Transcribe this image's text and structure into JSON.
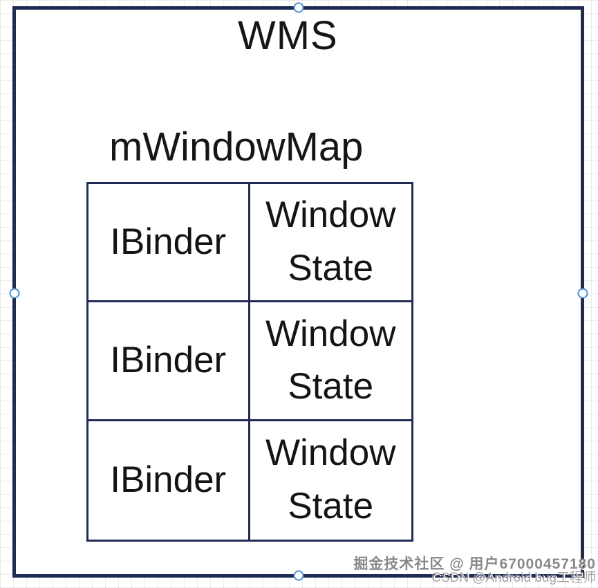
{
  "shape": {
    "title": "WMS",
    "map_label": "mWindowMap",
    "table": {
      "rows": [
        {
          "binder": "IBinder",
          "state": "Window State"
        },
        {
          "binder": "IBinder",
          "state": "Window State"
        },
        {
          "binder": "IBinder",
          "state": "Window State"
        }
      ]
    }
  },
  "watermark": {
    "juejin": "掘金技术社区 @ 用户67000457180",
    "csdn": "CSDN @Android bug工程师"
  },
  "colors": {
    "shape_border": "#202a54",
    "handle_ring": "#4e8fd3",
    "text": "#161616",
    "grid_line": "rgba(0,0,0,0.075)",
    "watermark_gray": "#828282"
  }
}
